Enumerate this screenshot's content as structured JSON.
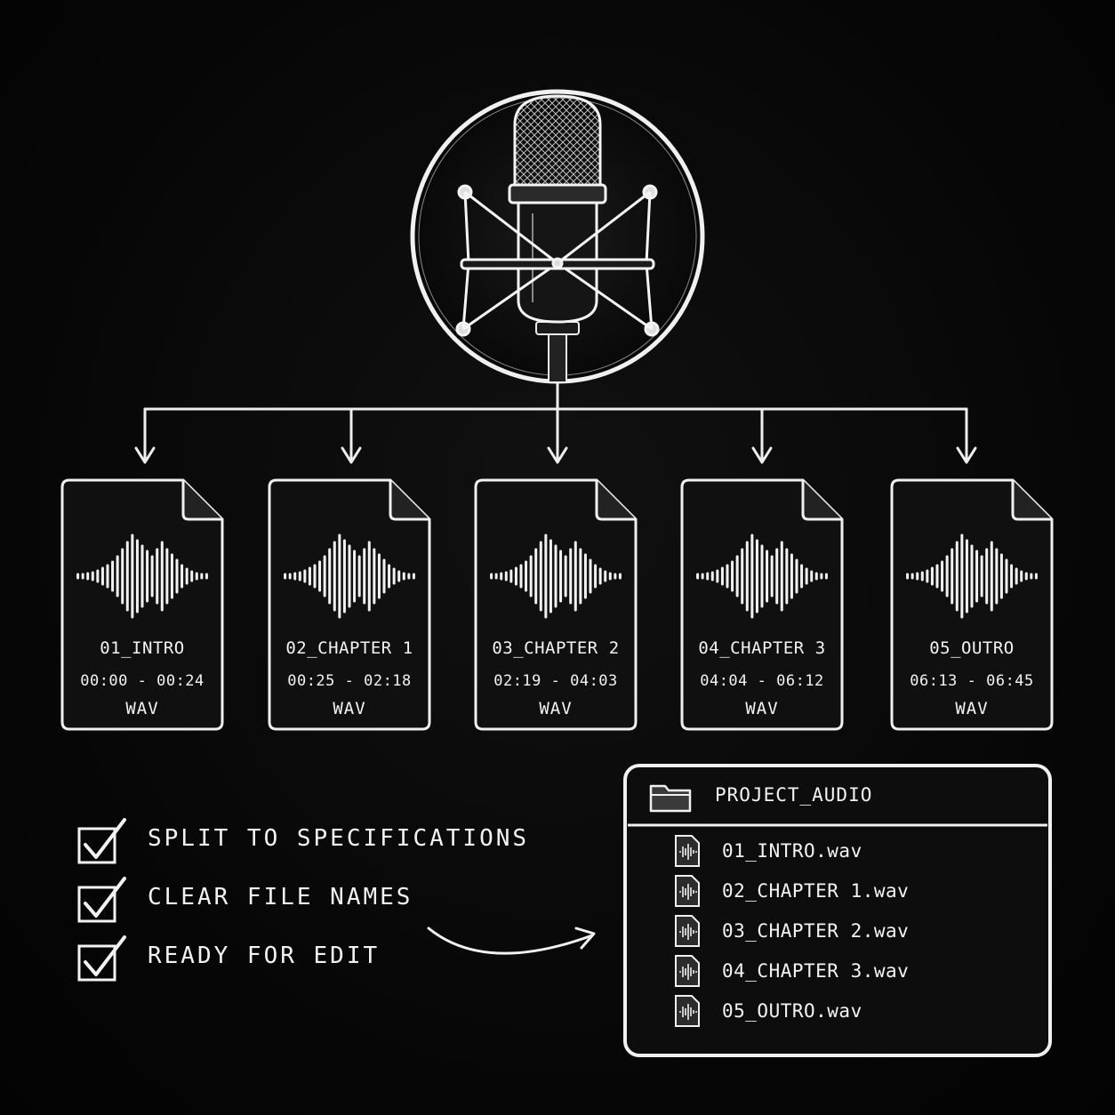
{
  "colors": {
    "background": "#050505",
    "chalk": "#f2f2f2"
  },
  "source": {
    "icon": "studio-microphone-icon"
  },
  "segments": [
    {
      "name": "01_INTRO",
      "time": "00:00 - 00:24",
      "format": "WAV"
    },
    {
      "name": "02_CHAPTER 1",
      "time": "00:25 - 02:18",
      "format": "WAV"
    },
    {
      "name": "03_CHAPTER 2",
      "time": "02:19 - 04:03",
      "format": "WAV"
    },
    {
      "name": "04_CHAPTER 3",
      "time": "04:04 - 06:12",
      "format": "WAV"
    },
    {
      "name": "05_OUTRO",
      "time": "06:13 - 06:45",
      "format": "WAV"
    }
  ],
  "checklist": [
    {
      "label": "SPLIT TO SPECIFICATIONS",
      "icon": "checkbox-checked-icon"
    },
    {
      "label": "CLEAR FILE NAMES",
      "icon": "checkbox-checked-icon"
    },
    {
      "label": "READY FOR EDIT",
      "icon": "checkbox-checked-icon"
    }
  ],
  "folder": {
    "title": "PROJECT_AUDIO",
    "icon": "folder-icon",
    "files": [
      {
        "label": "01_INTRO.wav",
        "icon": "audio-file-icon"
      },
      {
        "label": "02_CHAPTER 1.wav",
        "icon": "audio-file-icon"
      },
      {
        "label": "03_CHAPTER 2.wav",
        "icon": "audio-file-icon"
      },
      {
        "label": "04_CHAPTER 3.wav",
        "icon": "audio-file-icon"
      },
      {
        "label": "05_OUTRO.wav",
        "icon": "audio-file-icon"
      }
    ]
  }
}
